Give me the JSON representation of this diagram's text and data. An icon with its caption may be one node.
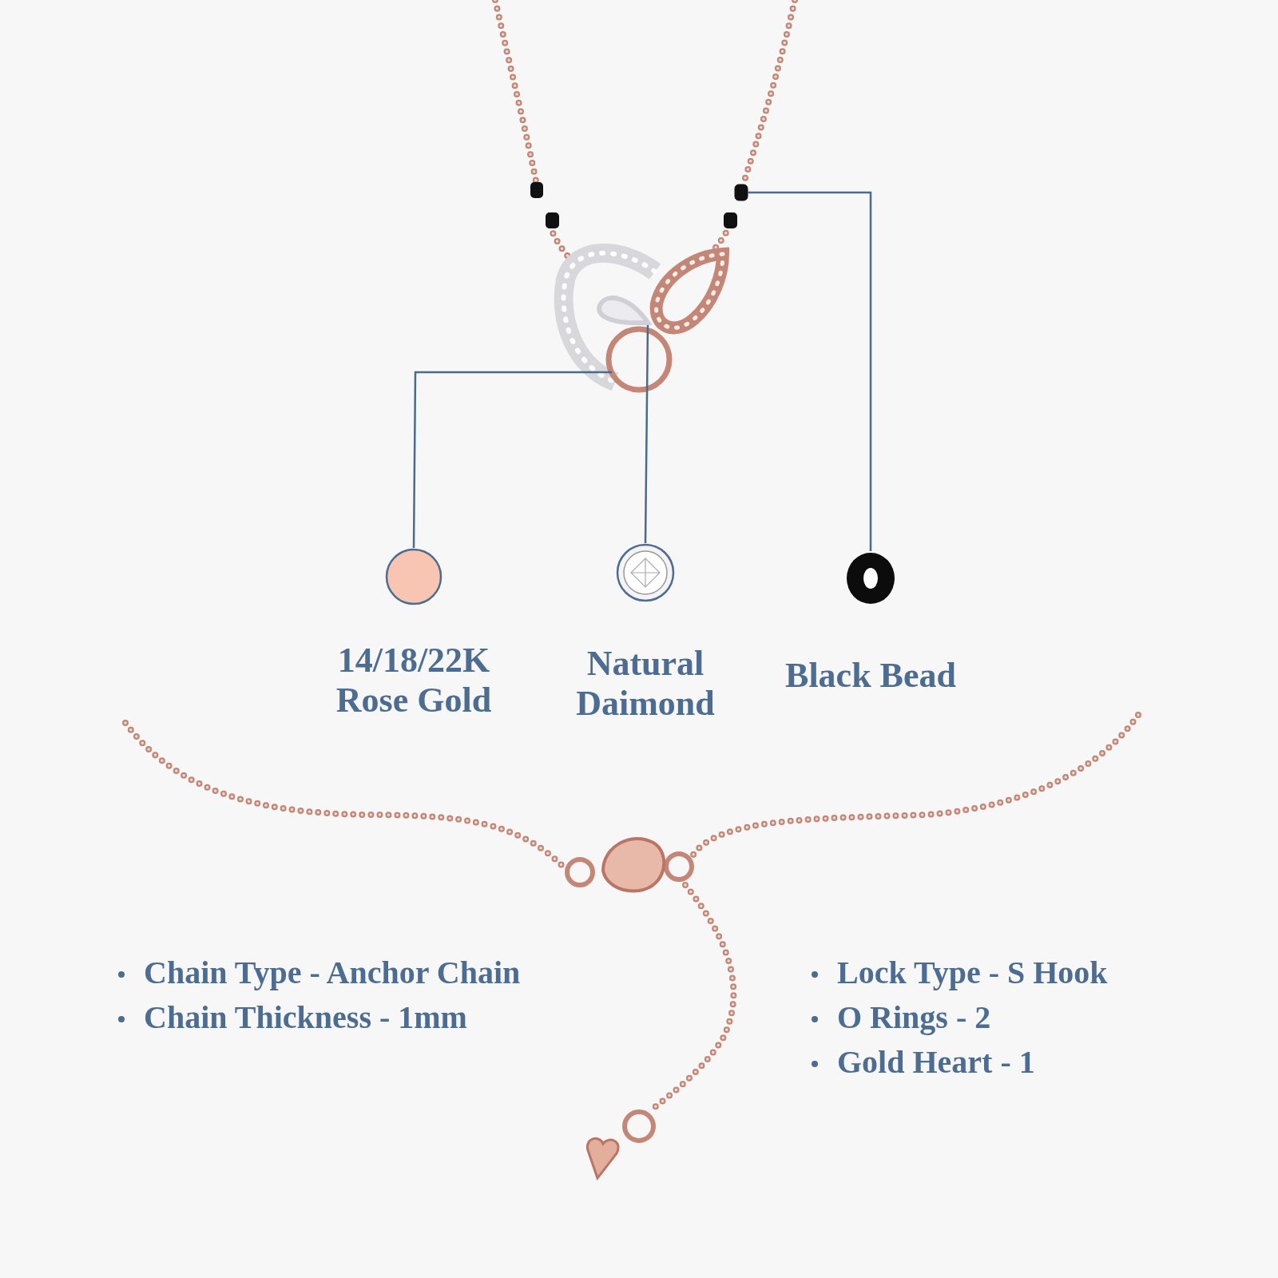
{
  "diagram": {
    "nodes": [
      {
        "text": [
          "14/18/22K Rose Gold"
        ]
      },
      {
        "text": [
          "Natural Daimond"
        ]
      },
      {
        "text": [
          "Black Bead"
        ]
      },
      {
        "text": [],
        "shape": "circle"
      },
      {
        "text": [],
        "shape": "drop"
      },
      {
        "text": [],
        "shape": "box"
      }
    ],
    "edges": [
      {
        "from": 3,
        "to": 0,
        "arrow": "none"
      },
      {
        "from": 4,
        "to": 1,
        "arrow": "none"
      },
      {
        "from": 5,
        "to": 2,
        "arrow": "none"
      }
    ],
    "labels": [
      "Chain Type - Anchor Chain",
      "Chain Thickness - 1mm",
      "Lock Type - S Hook",
      "O Rings - 2",
      "Gold Heart - 1"
    ]
  }
}
